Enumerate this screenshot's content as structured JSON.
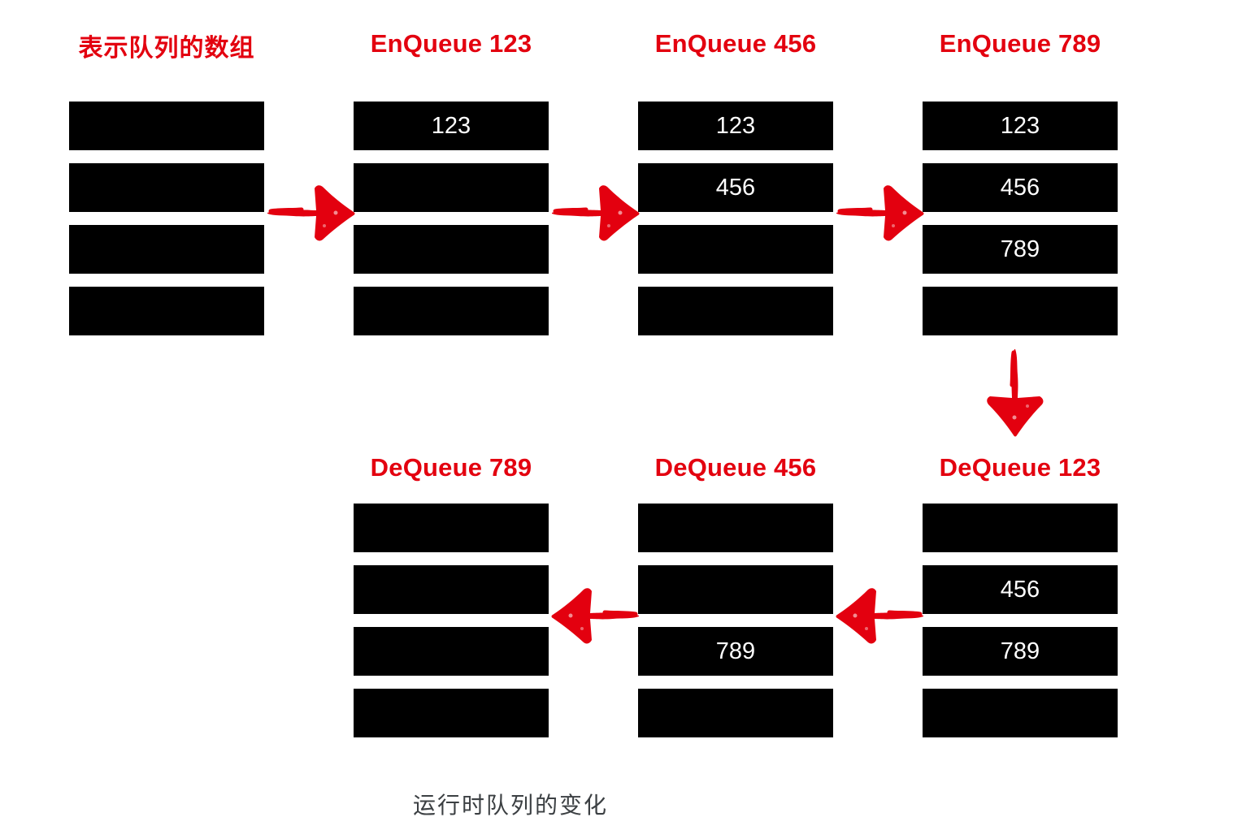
{
  "figure": {
    "caption": "运行时队列的变化",
    "accent_color": "#e3000f",
    "cell_color": "#000000",
    "cell_text_color": "#ffffff",
    "caption_color": "#3c4043",
    "background": "#ffffff"
  },
  "steps": [
    {
      "id": "array",
      "title": "表示队列的数组",
      "title_is_chinese": true,
      "cells": [
        "",
        "",
        "",
        ""
      ]
    },
    {
      "id": "enqueue-123",
      "title": "EnQueue 123",
      "title_is_chinese": false,
      "cells": [
        "123",
        "",
        "",
        ""
      ]
    },
    {
      "id": "enqueue-456",
      "title": "EnQueue 456",
      "title_is_chinese": false,
      "cells": [
        "123",
        "456",
        "",
        ""
      ]
    },
    {
      "id": "enqueue-789",
      "title": "EnQueue 789",
      "title_is_chinese": false,
      "cells": [
        "123",
        "456",
        "789",
        ""
      ]
    },
    {
      "id": "dequeue-123",
      "title": "DeQueue 123",
      "title_is_chinese": false,
      "cells": [
        "",
        "456",
        "789",
        ""
      ]
    },
    {
      "id": "dequeue-456",
      "title": "DeQueue 456",
      "title_is_chinese": false,
      "cells": [
        "",
        "",
        "789",
        ""
      ]
    },
    {
      "id": "dequeue-789",
      "title": "DeQueue 789",
      "title_is_chinese": false,
      "cells": [
        "",
        "",
        "",
        ""
      ]
    }
  ],
  "arrows": [
    {
      "id": "arrow-array-to-enqueue123",
      "direction": "right"
    },
    {
      "id": "arrow-enqueue123-to-enqueue456",
      "direction": "right"
    },
    {
      "id": "arrow-enqueue456-to-enqueue789",
      "direction": "right"
    },
    {
      "id": "arrow-enqueue789-to-dequeue123",
      "direction": "down"
    },
    {
      "id": "arrow-dequeue123-to-dequeue456",
      "direction": "left"
    },
    {
      "id": "arrow-dequeue456-to-dequeue789",
      "direction": "left"
    }
  ]
}
